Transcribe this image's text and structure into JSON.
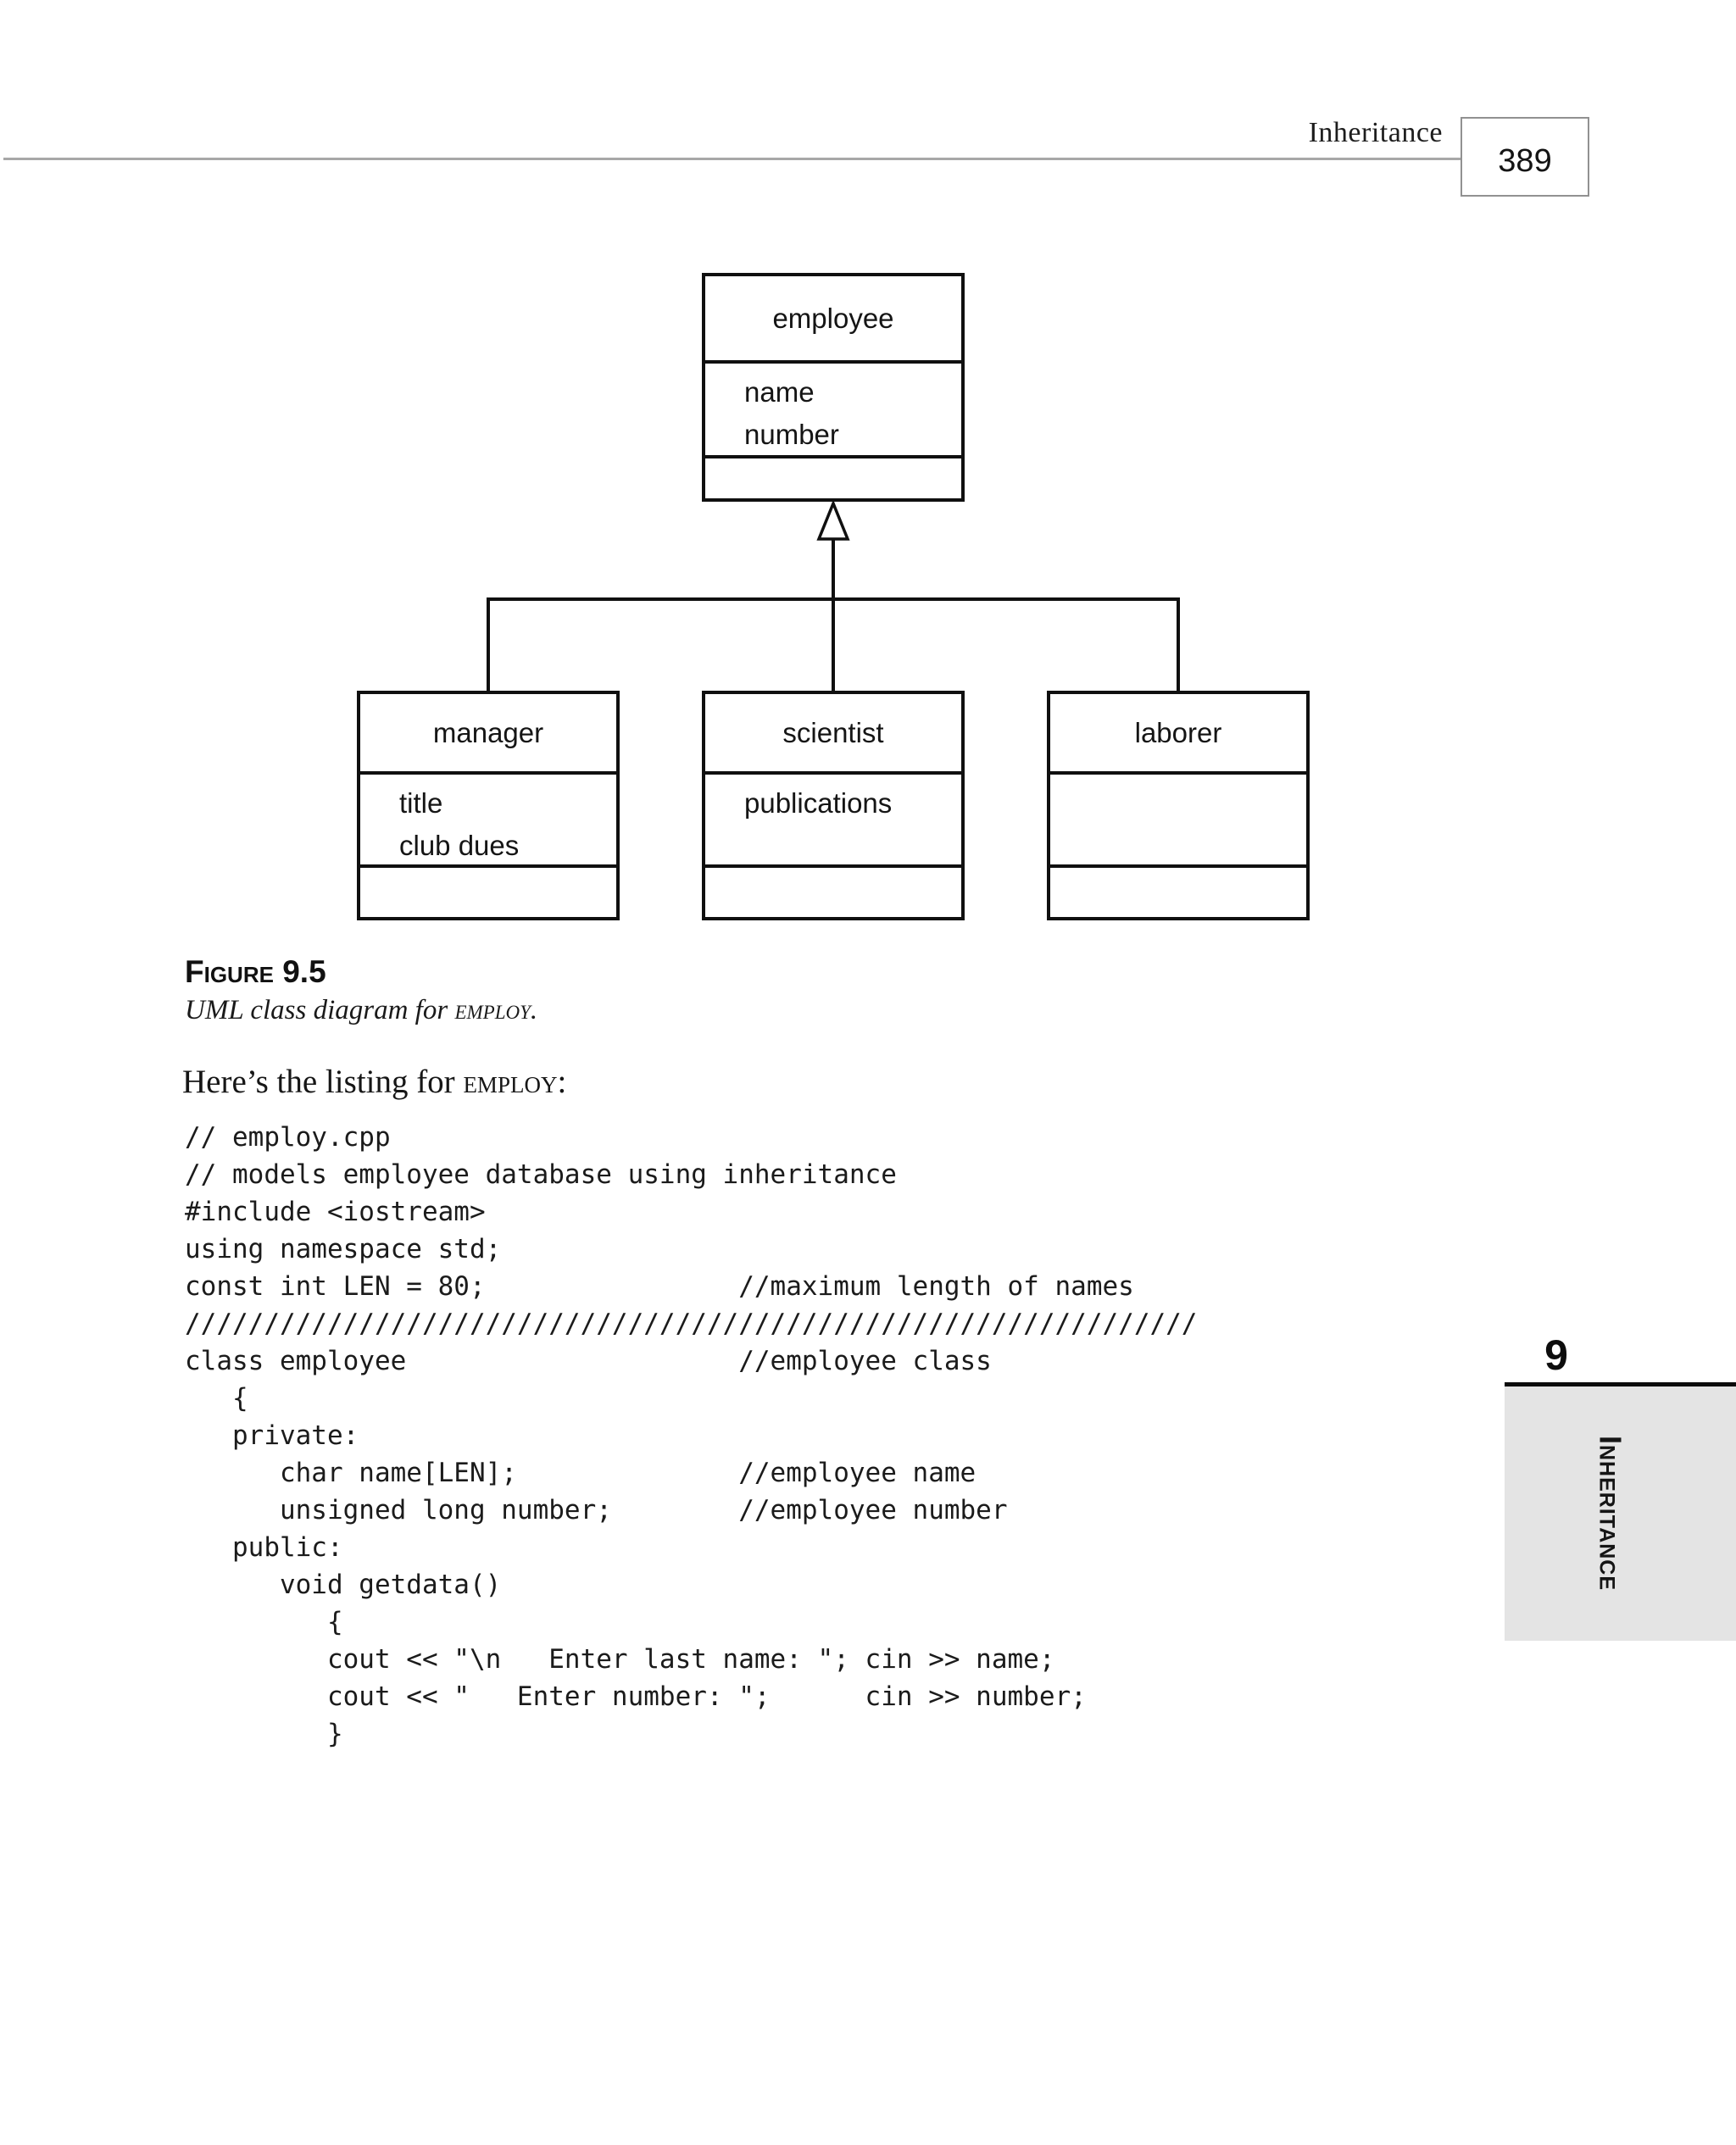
{
  "page": {
    "running_head": "Inheritance",
    "page_number": "389"
  },
  "diagram": {
    "classes": [
      {
        "name": "employee",
        "attributes": [
          "name",
          "number"
        ]
      },
      {
        "name": "manager",
        "attributes": [
          "title",
          "club dues"
        ]
      },
      {
        "name": "scientist",
        "attributes": [
          "publications"
        ]
      },
      {
        "name": "laborer",
        "attributes": []
      }
    ]
  },
  "figure": {
    "label": "Figure 9.5",
    "caption": {
      "prefix": "UML class diagram for ",
      "smallcaps": "employ",
      "suffix": "."
    }
  },
  "intro": {
    "prefix": "Here’s the listing for ",
    "smallcaps": "employ",
    "suffix": ":"
  },
  "code": {
    "text": "// employ.cpp\n// models employee database using inheritance\n#include <iostream>\nusing namespace std;\nconst int LEN = 80;                //maximum length of names\n////////////////////////////////////////////////////////////////\nclass employee                     //employee class\n   {\n   private:\n      char name[LEN];              //employee name\n      unsigned long number;        //employee number\n   public:\n      void getdata()\n         {\n         cout << \"\\n   Enter last name: \"; cin >> name;\n         cout << \"   Enter number: \";      cin >> number;\n         }"
  },
  "chapter_tab": {
    "number": "9",
    "title": "Inheritance"
  },
  "colors": {
    "ink": "#1a1a1a",
    "tab_background": "#e4e4e4",
    "header_rule_gray": "#a7a7a7",
    "page_number_border_gray": "#919191"
  }
}
